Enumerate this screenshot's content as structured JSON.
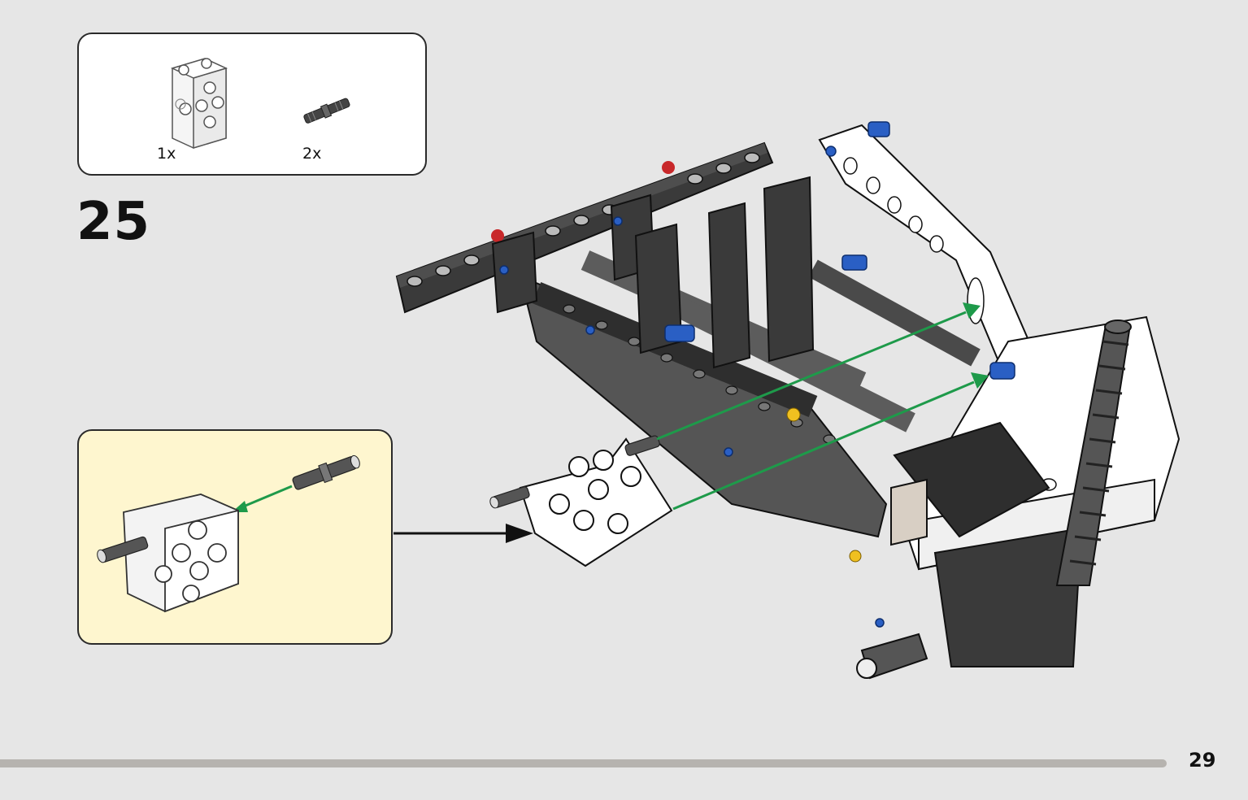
{
  "step": {
    "number": "25"
  },
  "parts_list": {
    "items": [
      {
        "icon": "connector-block-icon",
        "quantity": "1x"
      },
      {
        "icon": "friction-pin-icon",
        "quantity": "2x"
      }
    ]
  },
  "subassembly": {
    "icon": "subassembly-callout-icon"
  },
  "model": {
    "icon": "model-assembly-icon"
  },
  "page": {
    "number": "29"
  },
  "colors": {
    "background": "#e6e6e6",
    "callout_background": "#fef6cf",
    "arrow_green": "#1e9a4a",
    "beam_dark": "#3a3a3a",
    "beam_white": "#ffffff",
    "pin_blue": "#2a5fc4",
    "pin_red": "#c8282a",
    "pin_yellow": "#f0c020",
    "progress_bar": "#b6b3af"
  }
}
